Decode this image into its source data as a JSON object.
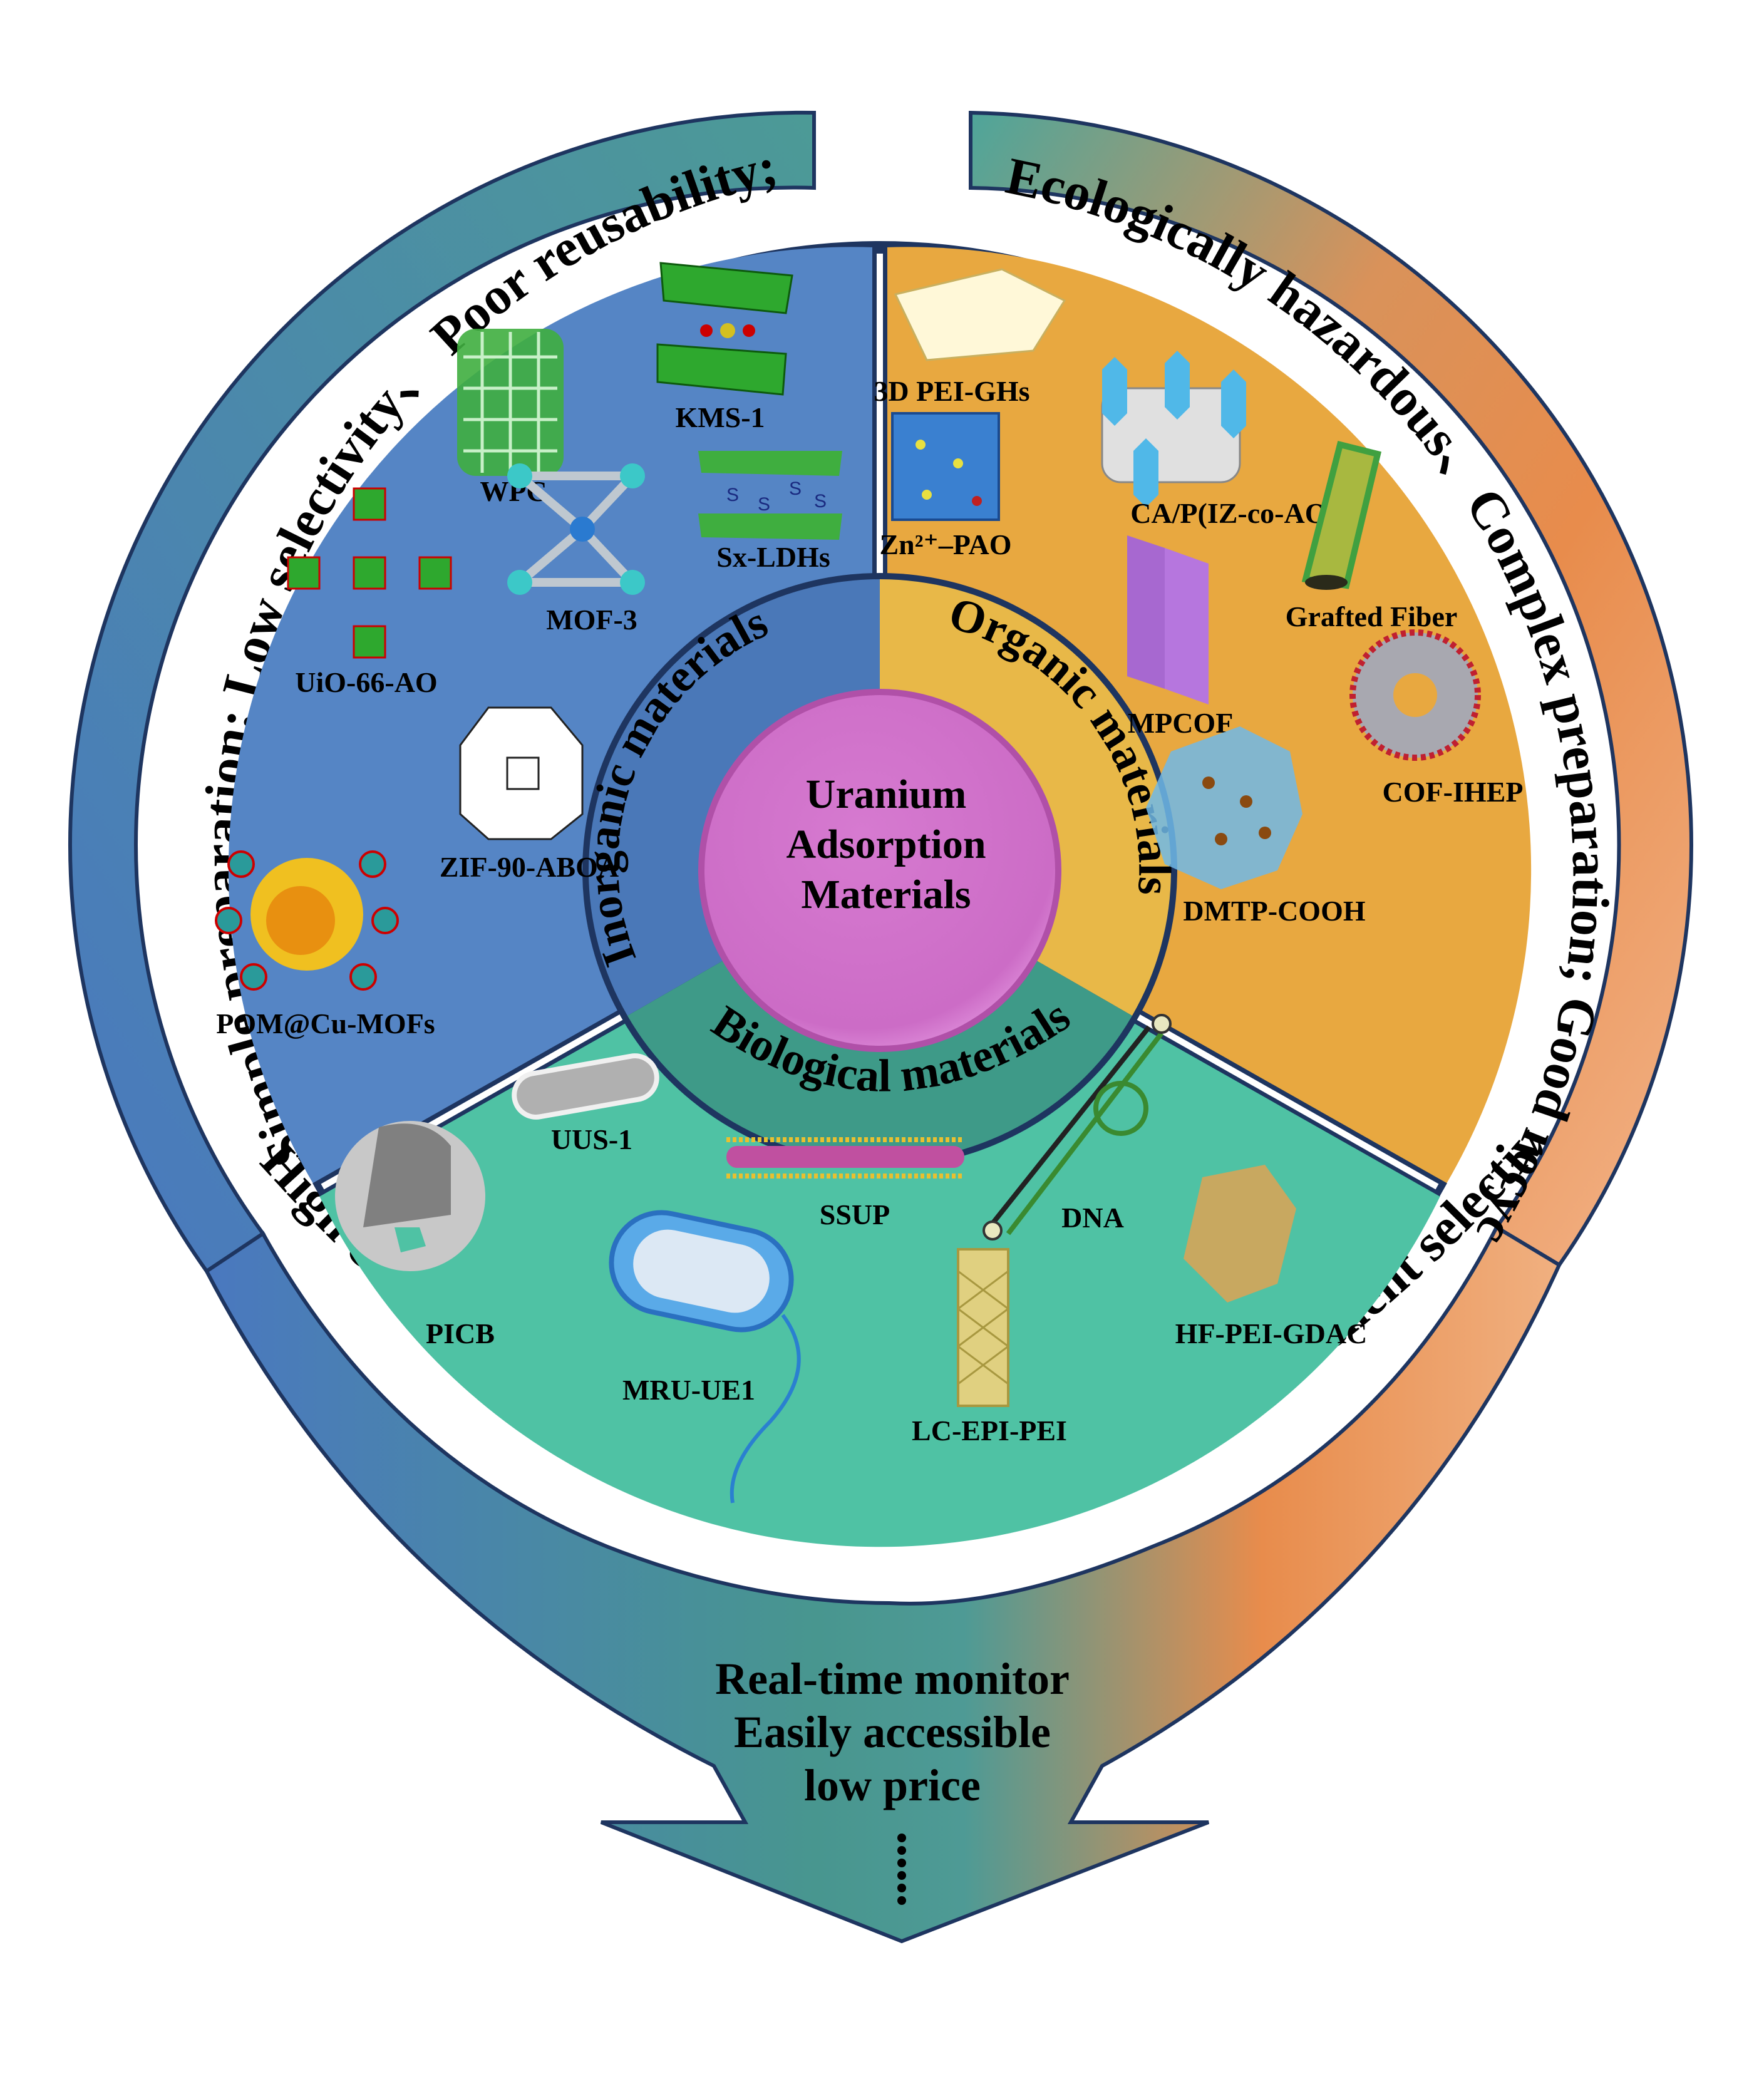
{
  "center": {
    "lines": [
      "Uranium",
      "Adsorption",
      "Materials"
    ],
    "color": "#d070c8"
  },
  "sectors": {
    "inorganic": {
      "title": "Inorganic materials",
      "color": "#5585c5",
      "ring_color": "#4a78b8",
      "items": [
        "KMS-1",
        "WPC",
        "Sx-LDHs",
        "MOF-3",
        "UiO-66-AO",
        "ZIF-90-ABOA",
        "POM@Cu-MOFs"
      ]
    },
    "organic": {
      "title": "Organic materials",
      "color": "#e8a840",
      "ring_color": "#e8b848",
      "items": [
        "3D PEI-GHs",
        "Zn²⁺–PAO",
        "CA/P(IZ-co-AO)",
        "Grafted Fiber",
        "MPCOF",
        "COF-IHEP",
        "DMTP-COOH"
      ]
    },
    "biological": {
      "title": "Biological materials",
      "color": "#4fc2a4",
      "ring_color": "#3e9a88",
      "items": [
        "UUS-1",
        "PICB",
        "SSUP",
        "DNA",
        "HF-PEI-GDAC",
        "MRU-UE1",
        "LC-EPI-PEI"
      ]
    }
  },
  "outer_band": {
    "left_top": "Simple preparation;   Low selectivity、 Poor reusability;",
    "right_top": "Ecologically hazardous、Complex preparation;   Good recyclability;",
    "bottom": "High concentration、 Industrialization potential、Excellent selectivity;",
    "colors": {
      "blue": "#4a78bf",
      "teal": "#48968f",
      "orange": "#e88c4c",
      "peach": "#f0b080",
      "outline": "#1e3560"
    }
  },
  "arrow": {
    "lines": [
      "Real-time monitor",
      "Easily accessible",
      "low price"
    ],
    "ellipsis": "⋮⋮"
  }
}
